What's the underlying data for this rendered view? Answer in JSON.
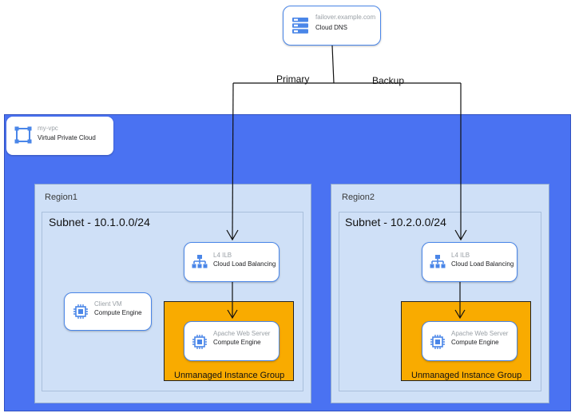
{
  "dns": {
    "sub": "failover.example.com",
    "title": "Cloud DNS"
  },
  "routing": {
    "primary": "Primary",
    "backup": "Backup"
  },
  "vpc": {
    "sub": "my-vpc",
    "title": "Virtual Private Cloud"
  },
  "region1": {
    "label": "Region1",
    "subnet": "Subnet - 10.1.0.0/24",
    "ilb": {
      "sub": "L4 ILB",
      "title": "Cloud Load Balancing"
    },
    "client": {
      "sub": "Client VM",
      "title": "Compute Engine"
    },
    "group": "Unmanaged Instance Group",
    "web": {
      "sub": "Apache Web Server",
      "title": "Compute Engine"
    }
  },
  "region2": {
    "label": "Region2",
    "subnet": "Subnet - 10.2.0.0/24",
    "ilb": {
      "sub": "L4 ILB",
      "title": "Cloud Load Balancing"
    },
    "group": "Unmanaged Instance Group",
    "web": {
      "sub": "Apache Web Server",
      "title": "Compute Engine"
    }
  },
  "colors": {
    "vpc": "#4a72f2",
    "region": "#cfe0f7",
    "group": "#f9ab00",
    "icon": "#4a86e8"
  },
  "icons": {
    "dns": "server-stack-icon",
    "vpc": "vpc-icon",
    "lb": "load-balancer-icon",
    "vm": "cpu-chip-icon"
  }
}
